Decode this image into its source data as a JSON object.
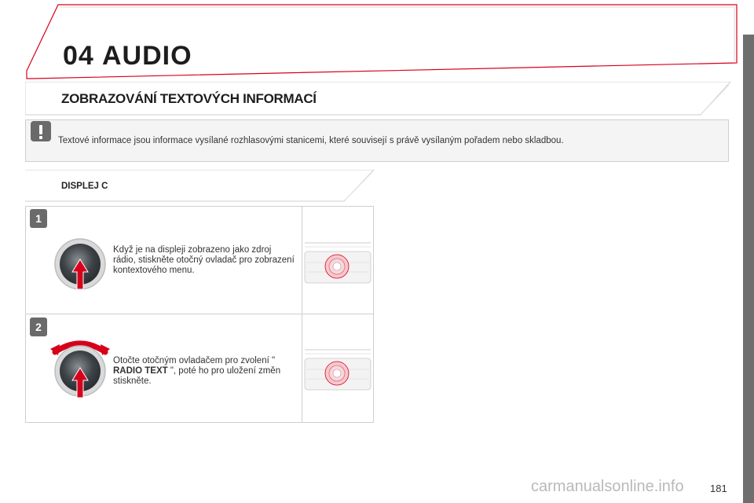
{
  "chapter": {
    "number": "04",
    "title": "AUDIO"
  },
  "section": {
    "title": "ZOBRAZOVÁNÍ TEXTOVÝCH INFORMACÍ"
  },
  "info": {
    "icon": "warning-icon",
    "text": "Textové informace jsou informace vysílané rozhlasovými stanicemi, které souvisejí s právě vysílaným pořadem nebo skladbou."
  },
  "display": {
    "title": "DISPLEJ C"
  },
  "steps": [
    {
      "badge": "1",
      "icon": "rotary-knob-press-icon",
      "text": "Když je na displeji zobrazeno jako zdroj rádio, stiskněte otočný ovladač pro zobrazení kontextového menu.",
      "image": "radio-console-icon"
    },
    {
      "badge": "2",
      "icon": "rotary-knob-rotate-press-icon",
      "text_pre": "Otočte otočným ovladačem pro zvolení \" ",
      "text_bold": "RADIO TEXT",
      "text_post": " \", poté ho pro uložení změn stiskněte.",
      "image": "radio-console-icon"
    }
  ],
  "page_number": "181",
  "watermark": "carmanualsonline.info",
  "colors": {
    "accent": "#d6001c",
    "frame": "#cfcfcf",
    "side_bar": "#6e6e6e"
  }
}
